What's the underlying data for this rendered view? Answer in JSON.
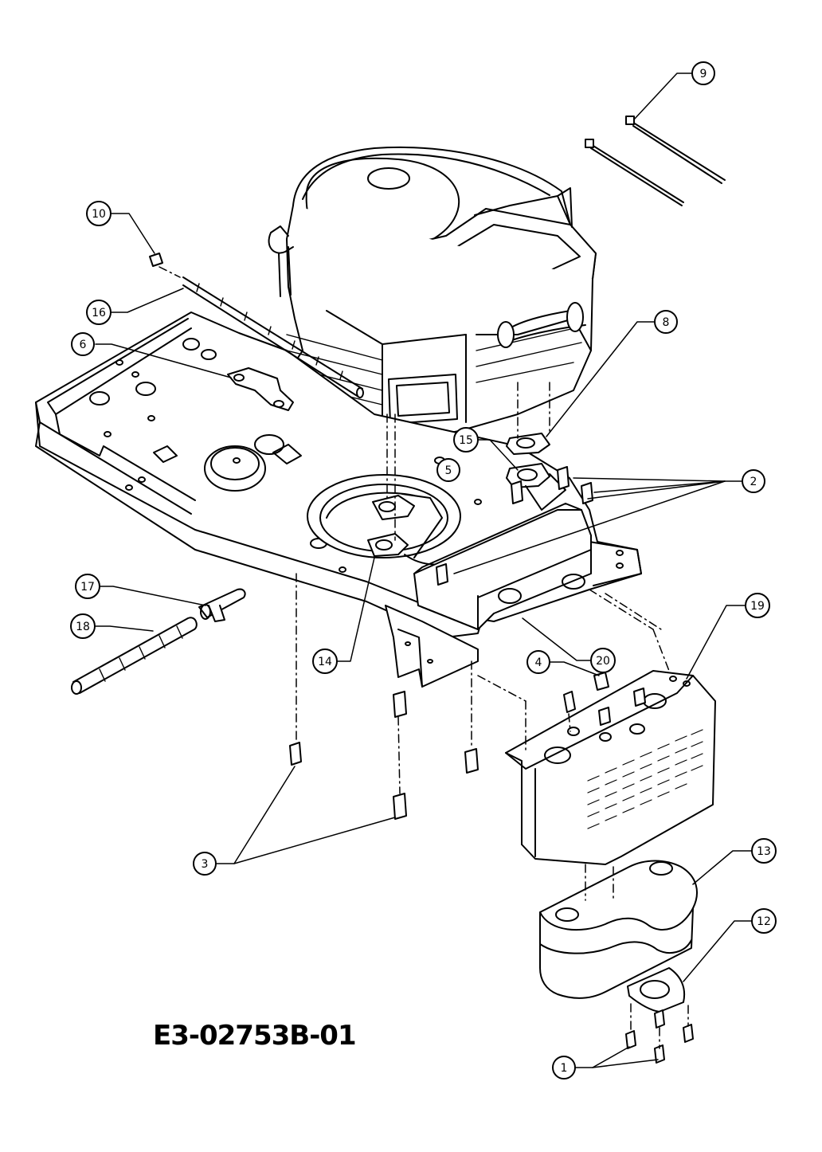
{
  "callouts": {
    "c1": "1",
    "c2": "2",
    "c3": "3",
    "c4": "4",
    "c5": "5",
    "c6": "6",
    "c8": "8",
    "c9": "9",
    "c10": "10",
    "c12": "12",
    "c13": "13",
    "c14": "14",
    "c15": "15",
    "c16": "16",
    "c17": "17",
    "c18": "18",
    "c19": "19",
    "c20": "20"
  },
  "document_code": "E3-02753B-01"
}
